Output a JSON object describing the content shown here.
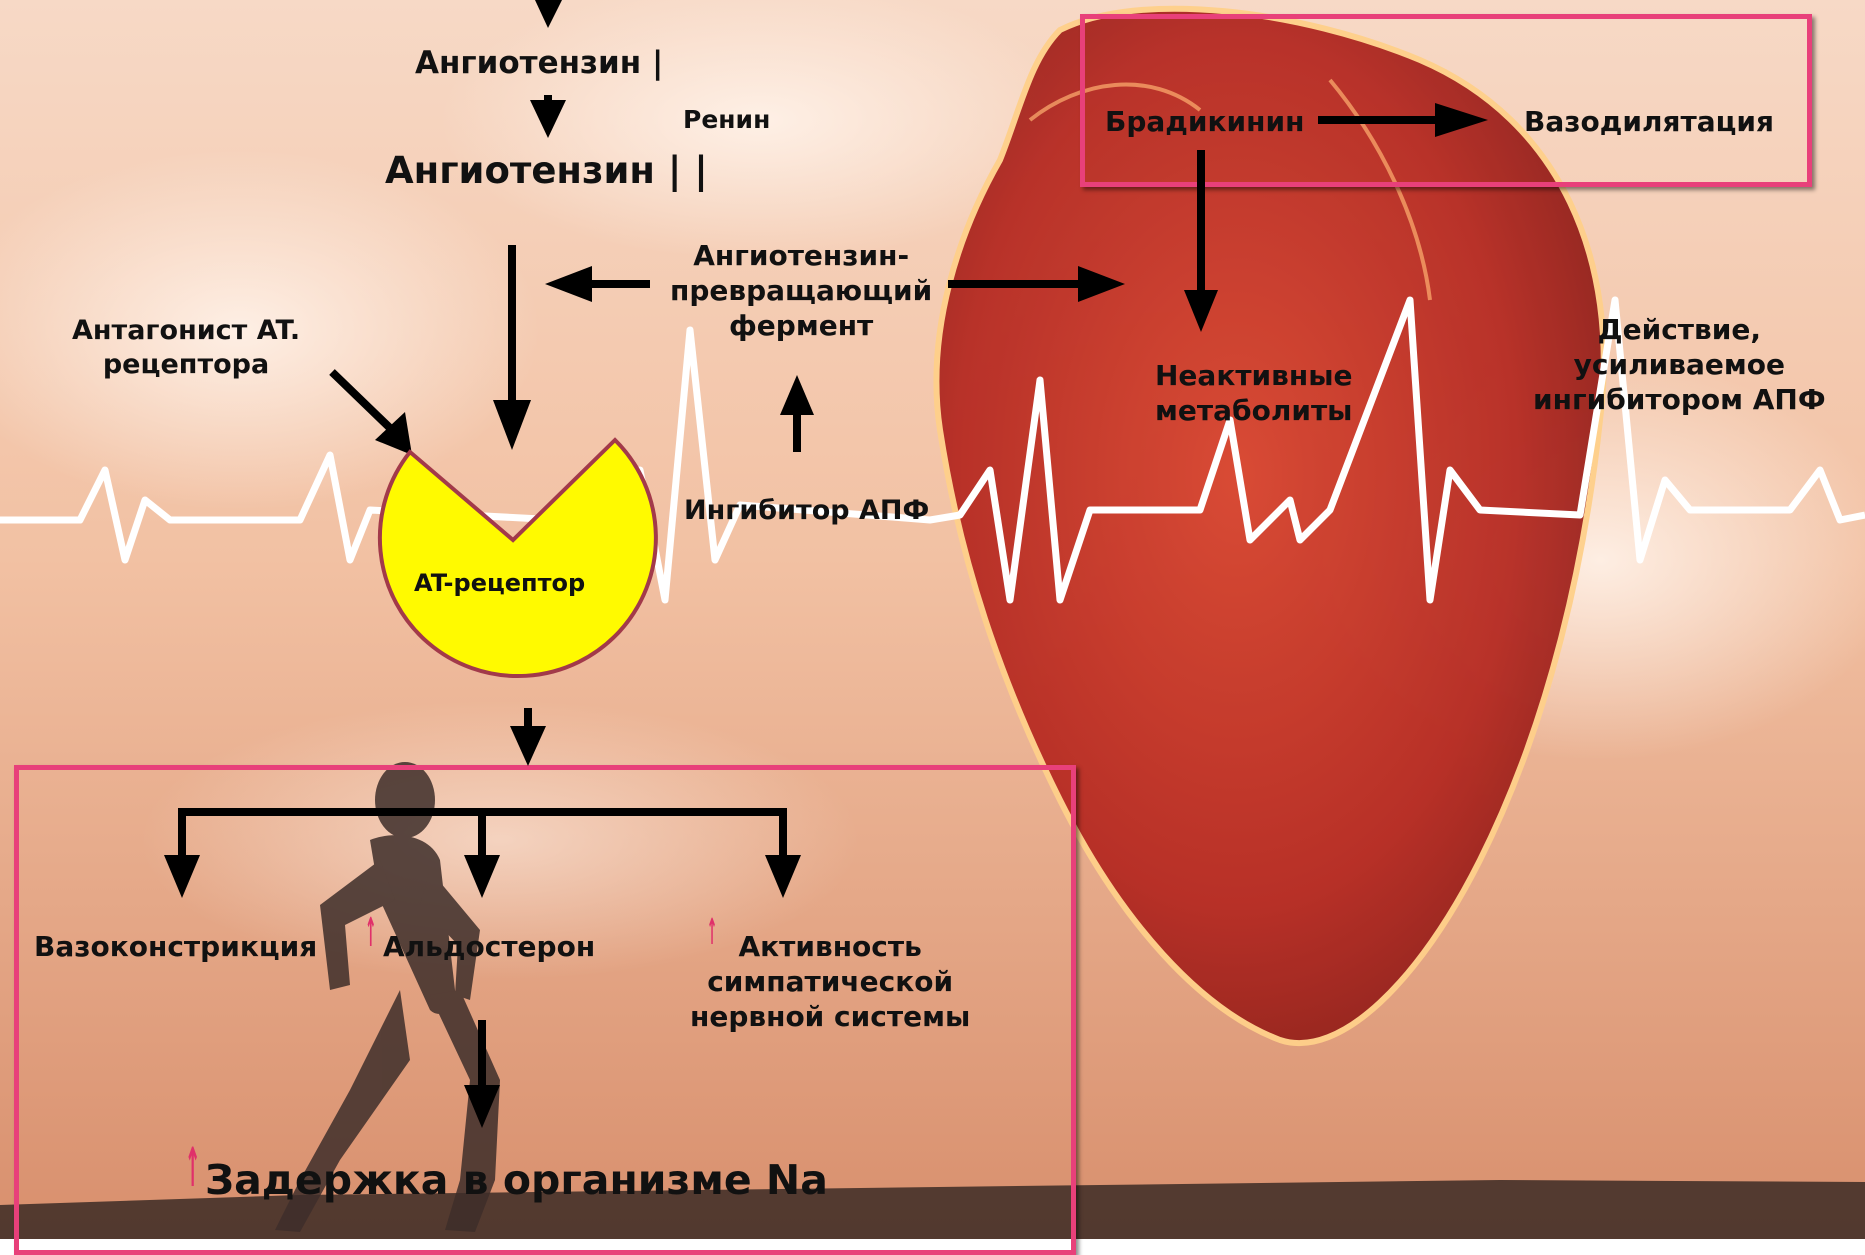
{
  "colors": {
    "sky_light": "#f6d3bc",
    "sky_dark": "#d99474",
    "heart": "#c43a2a",
    "receptor_fill": "#fffa00",
    "receptor_stroke": "#a23a4a",
    "frame": "#e8407a",
    "arrow": "#000000",
    "ecg_line": "#ffffff"
  },
  "labels": {
    "angiotensin_1": "Ангиотензин |",
    "renin": "Ренин",
    "angiotensin_2": "Ангиотензин | |",
    "ace_line1": "Ангиотензин-",
    "ace_line2": "превращающий",
    "ace_line3": "фермент",
    "antagonist_line1": "Антагонист AT.",
    "antagonist_line2": "рецептора",
    "ace_inhibitor": "Ингибитор АПФ",
    "at_receptor": "AT-рецептор",
    "bradykinin": "Брадикинин",
    "vasodilation": "Вазодилятация",
    "inactive_line1": "Неактивные",
    "inactive_line2": "метаболиты",
    "enhanced_line1": "Действие,",
    "enhanced_line2": "усиливаемое",
    "enhanced_line3": "ингибитором АПФ",
    "vasoconstriction": "Вазоконстрикция",
    "aldosterone": "Альдостерон",
    "sympathetic_line1": "Активность",
    "sympathetic_line2": "симпатической",
    "sympathetic_line3": "нервной системы",
    "sodium_retention": "Задержка в организме Na"
  }
}
